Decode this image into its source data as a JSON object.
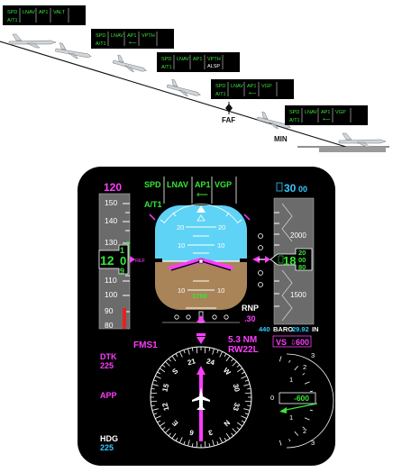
{
  "profile": {
    "fma_boxes": [
      {
        "cells": [
          "SPD",
          "LNAV",
          "AP1",
          "VALT"
        ],
        "armed": "A/T1"
      },
      {
        "cells": [
          "SPD",
          "LNAV",
          "AP1",
          "VPTH"
        ],
        "armed": "A/T1"
      },
      {
        "cells": [
          "SPD",
          "LNAV",
          "AP1",
          "VPTH"
        ],
        "armed": "A/T1",
        "extra": "ALSP"
      },
      {
        "cells": [
          "SPD",
          "LNAV",
          "AP1",
          "VGP"
        ],
        "armed": "A/T1"
      },
      {
        "cells": [
          "SPD",
          "LNAV",
          "AP1",
          "VGP"
        ],
        "armed": "A/T1"
      }
    ],
    "faf_label": "FAF",
    "min_label": "MIN"
  },
  "pfd": {
    "fma": {
      "spd": "SPD",
      "lnav": "LNAV",
      "ap": "AP1",
      "vgp": "VGP",
      "arrow": "⟵",
      "at": "A/T1"
    },
    "airspeed": {
      "target": "120",
      "current_a": "12",
      "current_b": "0",
      "roll_top": "1",
      "roll_bot": "9",
      "ticks": [
        "150",
        "140",
        "130",
        "110",
        "100",
        "90",
        "80"
      ],
      "bug_label": "REF"
    },
    "attitude": {
      "pitch_labels": [
        "20",
        "10",
        "10",
        "20"
      ],
      "fpa_readout": "1780"
    },
    "altitude": {
      "selected_main": "30",
      "selected_small": "00",
      "ticks": [
        "2000",
        "1500"
      ],
      "current_big": "18",
      "current_small": [
        "20",
        "00",
        "80"
      ],
      "baro_value": "29.92",
      "baro_label": "BARO",
      "baro_unit": "IN",
      "dh": "440"
    },
    "rnp": {
      "label": "RNP",
      "value": ".30"
    },
    "nav": {
      "source": "FMS1",
      "distance": "5.3 NM",
      "runway": "RW22L",
      "dtk_label": "DTK",
      "dtk_value": "225",
      "app": "APP",
      "hdg_label": "HDG",
      "hdg_value": "225"
    },
    "vs": {
      "label": "VS",
      "target": "600",
      "readout": "-600",
      "scale": [
        "1",
        "2",
        "3",
        "0",
        "1",
        "2",
        "3"
      ]
    },
    "compass_labels": [
      "21",
      "24",
      "30",
      "33",
      "N",
      "3",
      "6",
      "E",
      "12",
      "15",
      "S",
      "W"
    ]
  },
  "colors": {
    "magenta": "#ff3cff",
    "green": "#37e637",
    "cyan": "#35c8ff",
    "sky": "#5fd3f5",
    "ground": "#a88458",
    "white": "#ffffff"
  }
}
